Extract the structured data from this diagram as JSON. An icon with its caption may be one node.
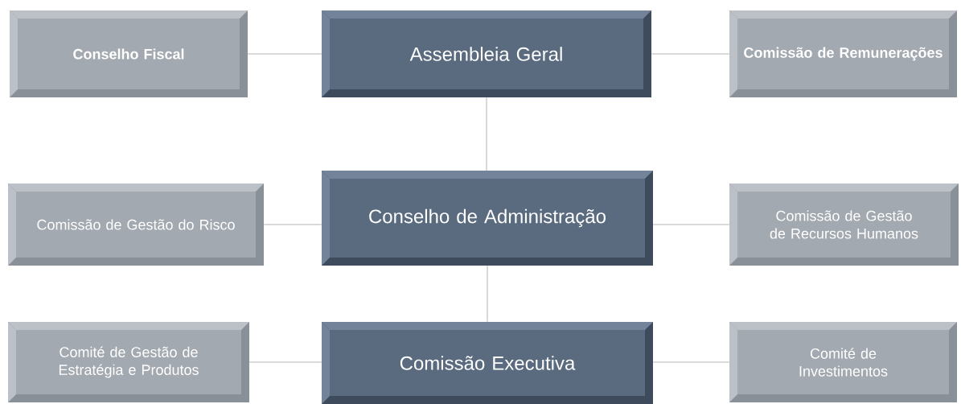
{
  "diagram": {
    "nodes": [
      {
        "text": [
          "Conselho Fiscal"
        ]
      },
      {
        "text": [
          "Assembleia Geral"
        ]
      },
      {
        "text": [
          "Comissão de Remunerações"
        ]
      },
      {
        "text": [
          "Comissão de Gestão do Risco"
        ]
      },
      {
        "text": [
          "Conselho de Administração"
        ]
      },
      {
        "text": [
          "Comissão de Gestão de Recursos Humanos"
        ]
      },
      {
        "text": [
          "Comité de Gestão de Estratégia e Produtos"
        ]
      },
      {
        "text": [
          "Comissão Executiva"
        ]
      },
      {
        "text": [
          "Comité de Investimentos"
        ]
      }
    ],
    "edges": [
      {
        "from": 0,
        "to": 1,
        "arrow": "none"
      },
      {
        "from": 1,
        "to": 2,
        "arrow": "none"
      },
      {
        "from": 1,
        "to": 4,
        "arrow": "none"
      },
      {
        "from": 3,
        "to": 4,
        "arrow": "none"
      },
      {
        "from": 4,
        "to": 5,
        "arrow": "none"
      },
      {
        "from": 4,
        "to": 7,
        "arrow": "none"
      },
      {
        "from": 6,
        "to": 7,
        "arrow": "none"
      },
      {
        "from": 7,
        "to": 8,
        "arrow": "none"
      }
    ]
  }
}
